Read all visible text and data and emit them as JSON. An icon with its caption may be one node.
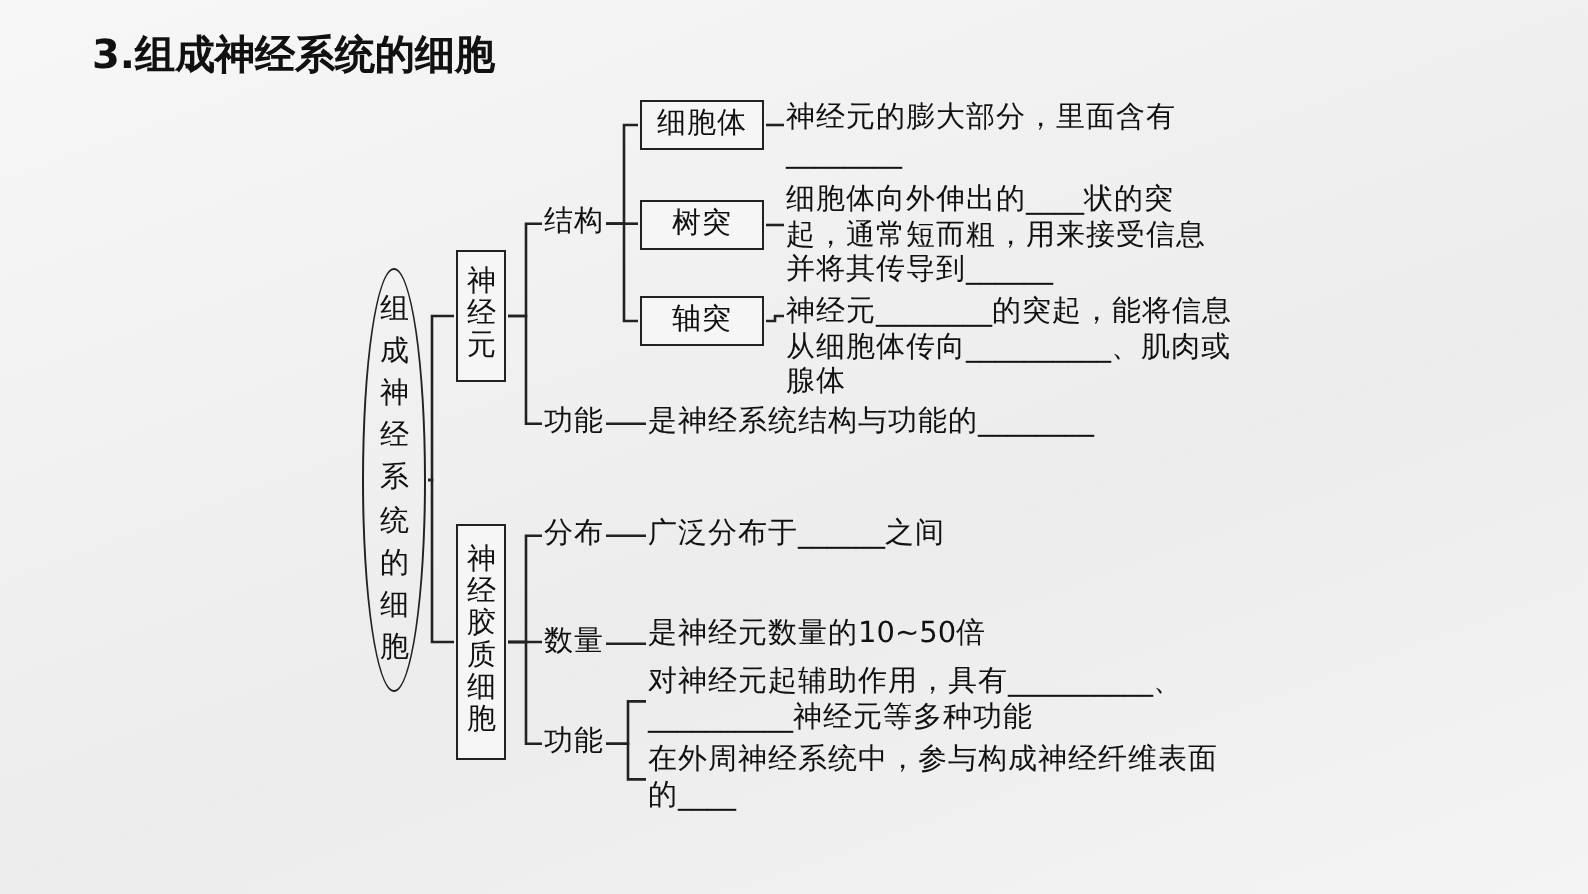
{
  "diagram": {
    "title": "3.组成神经系统的细胞",
    "nodes": [
      {
        "text": [
          "组成神经系统的细胞"
        ]
      },
      {
        "text": [
          "神经元"
        ]
      },
      {
        "text": [
          "神经胶质细胞"
        ]
      },
      {
        "text": [
          "结构"
        ]
      },
      {
        "text": [
          "功能"
        ]
      },
      {
        "text": [
          "细胞体"
        ]
      },
      {
        "text": [
          "树突"
        ]
      },
      {
        "text": [
          "轴突"
        ]
      },
      {
        "text": [
          "神经元的膨大部分，里面含有________"
        ]
      },
      {
        "text": [
          "细胞体向外伸出的____状的突起，通常短而粗，用来接受信息并将其传导到______"
        ]
      },
      {
        "text": [
          "神经元________的突起，能将信息从细胞体传向__________、肌肉或腺体"
        ]
      },
      {
        "text": [
          "是神经系统结构与功能的________"
        ]
      },
      {
        "text": [
          "分布"
        ]
      },
      {
        "text": [
          "广泛分布于______之间"
        ]
      },
      {
        "text": [
          "数量"
        ]
      },
      {
        "text": [
          "是神经元数量的10~50倍"
        ]
      },
      {
        "text": [
          "功能"
        ]
      },
      {
        "text": [
          "对神经元起辅助作用，具有__________、__________神经元等多种功能"
        ]
      },
      {
        "text": [
          "在外周神经系统中，参与构成神经纤维表面的____"
        ]
      }
    ],
    "edges": [
      {
        "from": 0,
        "to": 1,
        "arrow": "none"
      },
      {
        "from": 0,
        "to": 2,
        "arrow": "none"
      },
      {
        "from": 1,
        "to": 3,
        "arrow": "none"
      },
      {
        "from": 1,
        "to": 4,
        "arrow": "none"
      },
      {
        "from": 3,
        "to": 5,
        "arrow": "none"
      },
      {
        "from": 3,
        "to": 6,
        "arrow": "none"
      },
      {
        "from": 3,
        "to": 7,
        "arrow": "none"
      },
      {
        "from": 5,
        "to": 8,
        "arrow": "none"
      },
      {
        "from": 6,
        "to": 9,
        "arrow": "none"
      },
      {
        "from": 7,
        "to": 10,
        "arrow": "none"
      },
      {
        "from": 4,
        "to": 11,
        "arrow": "none"
      },
      {
        "from": 2,
        "to": 12,
        "arrow": "none"
      },
      {
        "from": 2,
        "to": 14,
        "arrow": "none"
      },
      {
        "from": 2,
        "to": 16,
        "arrow": "none"
      },
      {
        "from": 12,
        "to": 13,
        "arrow": "none"
      },
      {
        "from": 14,
        "to": 15,
        "arrow": "none"
      },
      {
        "from": 16,
        "to": 17,
        "arrow": "none"
      },
      {
        "from": 16,
        "to": 18,
        "arrow": "none"
      }
    ]
  }
}
